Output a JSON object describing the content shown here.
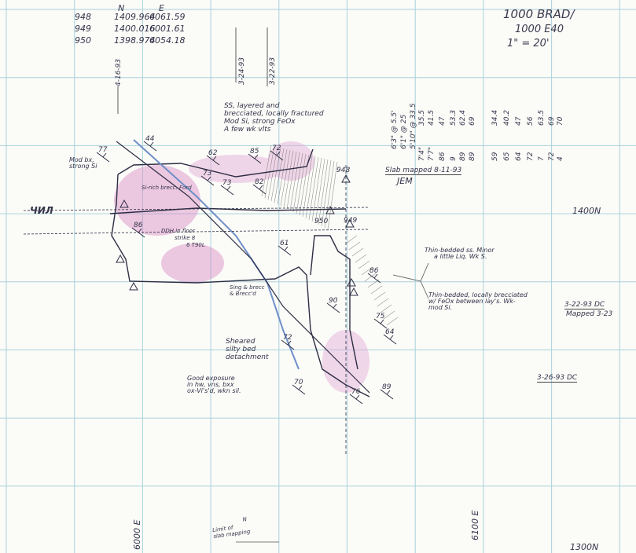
{
  "survey_table": {
    "headers": [
      "N",
      "E"
    ],
    "rows": [
      {
        "station": "948",
        "n": "1409.964",
        "e": "6061.59"
      },
      {
        "station": "949",
        "n": "1400.016",
        "e": "6001.61"
      },
      {
        "station": "950",
        "n": "1398.974",
        "e": "6054.18"
      }
    ]
  },
  "title_block": {
    "line1": "1000 BRAD/",
    "line2": "1000 E40",
    "scale": "1\" = 20'"
  },
  "grid_labels": {
    "north_1400": "1400N",
    "north_1300": "1300N",
    "east_6000": "6000 E",
    "east_6100": "6100 E"
  },
  "dates": {
    "slab_mapped": "Slab mapped 8-11-93",
    "slab_initials": "JEM",
    "date_3_22": "3-22-93 DC",
    "mapped_3_23": "Mapped 3-23",
    "date_3_26": "3-26-93 DC",
    "vertical_date_1": "3-22-93",
    "vertical_date_2": "3-24-93",
    "vertical_date_3": "4-16-93"
  },
  "notes": {
    "ss_note": [
      "SS, layered and",
      "brecciated, locally fractured",
      "Mod Si, strong FeOx",
      "A few wk vlts"
    ],
    "thin_bedded_1": [
      "Thin-bedded ss. Minor",
      "a little Liq. Wk S."
    ],
    "thin_bedded_2": [
      "Thin-bedded, locally brecciated",
      "w/ FeOx between lay's. Wk-",
      "mod Si."
    ],
    "sheared": [
      "Sheared",
      "silty bed",
      "detachment"
    ],
    "good_exposure": [
      "Good exposure",
      "in hw, vns, bxx",
      "ox-Vi's'd, wkn sil."
    ],
    "mod_bx": [
      "Mod bx,",
      "strong Si"
    ],
    "si_bearing": "Si-rich brecc. Ford",
    "ddh": "DDH in floor",
    "ddh2": "strike 8",
    "ddh3": "6 T90L",
    "minor_brecc": [
      "Sing & brecc",
      "& Brecc'd"
    ],
    "bottom_note": [
      "N",
      "Limit of",
      "slab mapping"
    ]
  },
  "stations": [
    "948",
    "949",
    "950"
  ],
  "attitudes": [
    "77",
    "44",
    "86",
    "62",
    "73",
    "85",
    "72",
    "73",
    "82",
    "61",
    "72",
    "86",
    "75",
    "64",
    "70",
    "76",
    "89",
    "90"
  ],
  "tally_columns": [
    {
      "top": "6'3\" @ 5.5'",
      "bottom": ""
    },
    {
      "top": "6'1\" @ 25",
      "bottom": ""
    },
    {
      "top": "5'10\" @ 33.5",
      "bottom": ""
    },
    {
      "top": "35.5",
      "bottom": "7'4\""
    },
    {
      "top": "41.5",
      "bottom": "7'7\""
    },
    {
      "top": "47",
      "bottom": "86"
    },
    {
      "top": "53.3",
      "bottom": "9"
    },
    {
      "top": "62.4",
      "bottom": "89"
    },
    {
      "top": "69",
      "bottom": "89"
    },
    {
      "top": "34.4",
      "bottom": "59"
    },
    {
      "top": "40.2",
      "bottom": "65"
    },
    {
      "top": "47",
      "bottom": "64"
    },
    {
      "top": "56",
      "bottom": "72"
    },
    {
      "top": "63.5",
      "bottom": "7"
    },
    {
      "top": "69",
      "bottom": "72"
    },
    {
      "top": "70",
      "bottom": "4"
    }
  ],
  "colors": {
    "grid": "#a9d2dc",
    "ink": "#2e2e44",
    "pink": "#c24a9a",
    "blue": "#6f8fc8"
  }
}
